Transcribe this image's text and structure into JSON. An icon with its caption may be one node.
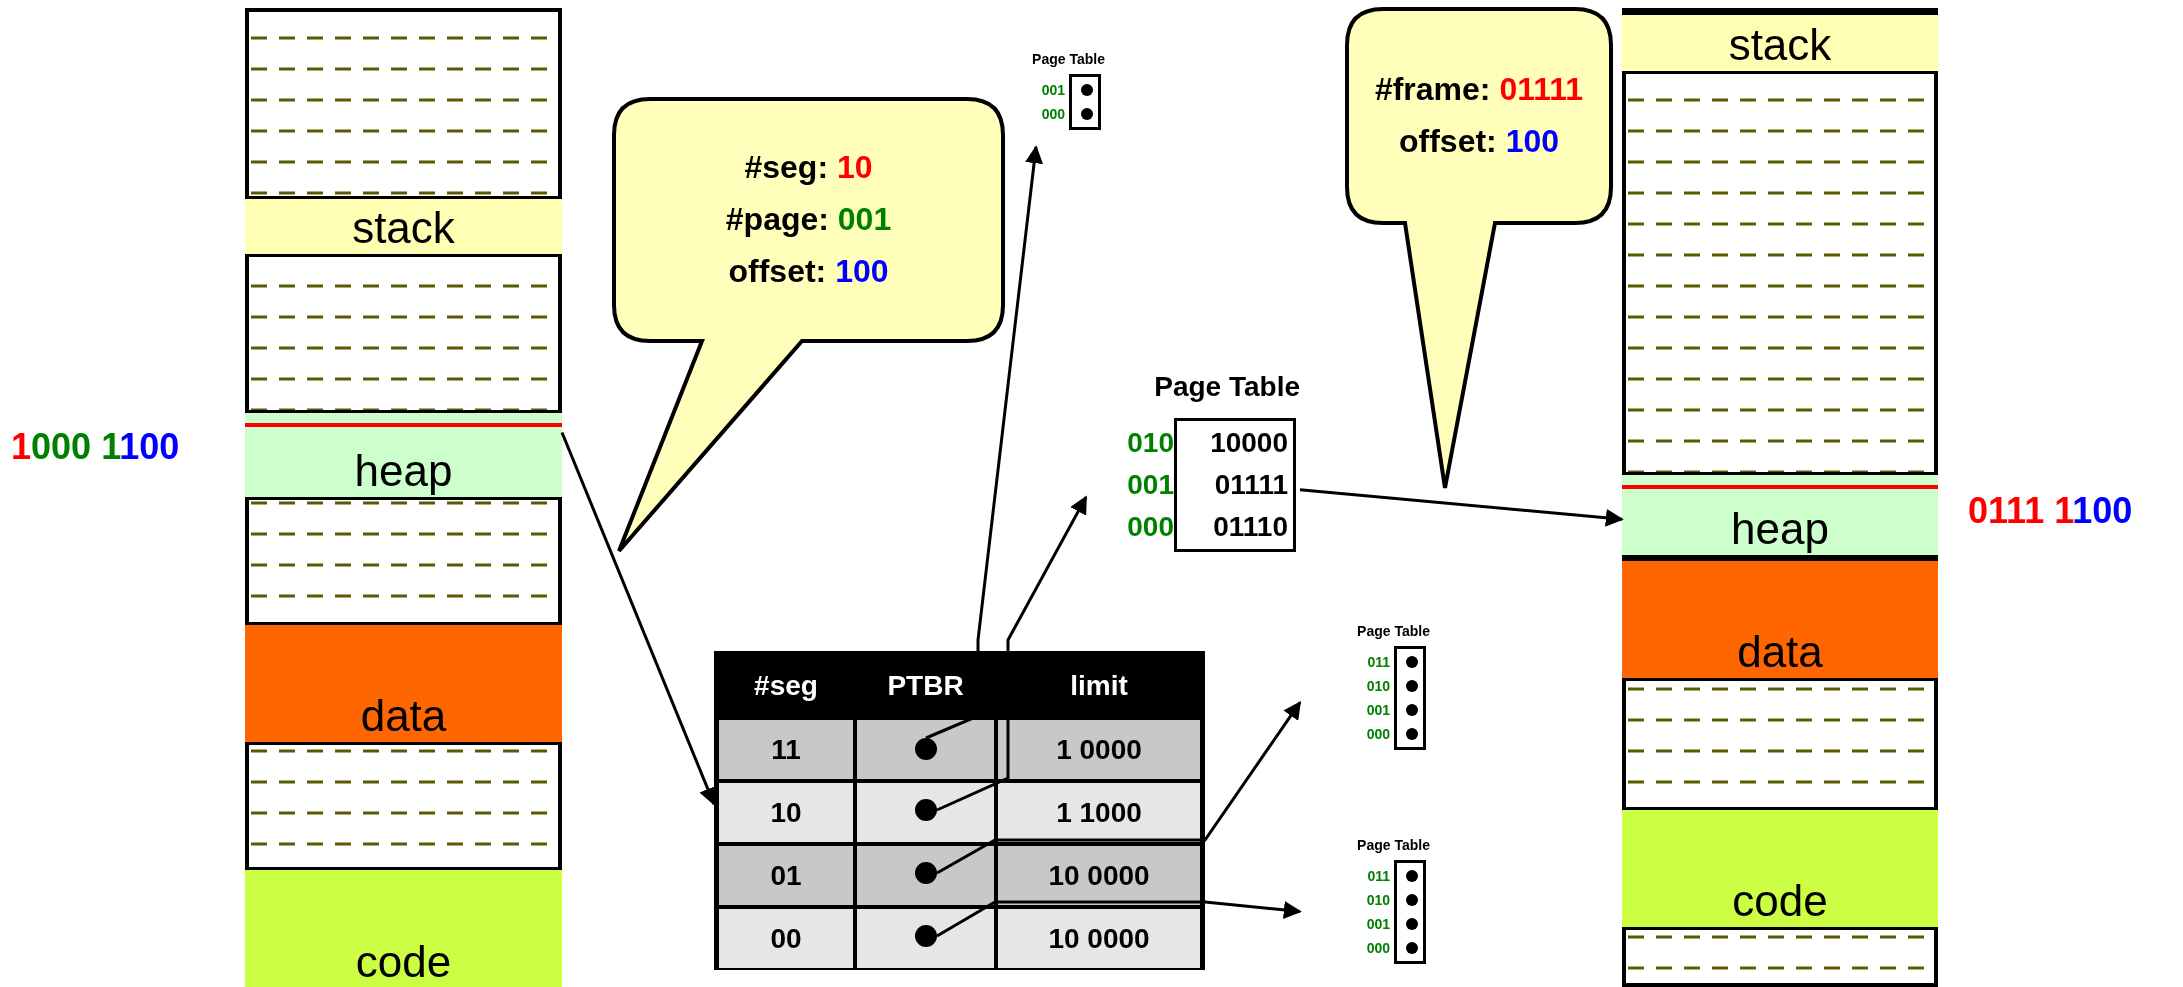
{
  "diagram": {
    "nodes": [
      {
        "text": [],
        "shape": "box"
      },
      {
        "text": [
          "stack"
        ],
        "in": 0
      },
      {
        "text": [
          "heap"
        ],
        "in": 0
      },
      {
        "text": [
          "data"
        ],
        "in": 0
      },
      {
        "text": [
          "code"
        ],
        "in": 0
      },
      {
        "text": [
          "#seg: 10",
          "#page: 001",
          "offset: 100"
        ]
      },
      {
        "text": [
          "Page Table"
        ],
        "beside": [
          "001",
          "000"
        ]
      },
      {
        "text": [
          "#frame: 01111",
          "offset: 100"
        ]
      },
      {
        "text": [],
        "shape": "box"
      },
      {
        "text": [
          "stack"
        ],
        "in": 8
      },
      {
        "text": [
          "heap"
        ],
        "in": 8
      },
      {
        "text": [
          "data"
        ],
        "in": 8
      },
      {
        "text": [
          "code"
        ],
        "in": 8
      },
      {
        "text": [
          "Page Table",
          "10000",
          "01111",
          "01110"
        ],
        "beside": [
          "010",
          "001",
          "000"
        ]
      },
      {
        "text": [],
        "shape": "box"
      },
      {
        "text": [],
        "shape": "circle",
        "in": 14
      },
      {
        "text": [],
        "shape": "circle",
        "in": 14
      },
      {
        "text": [],
        "shape": "circle",
        "in": 14
      },
      {
        "text": [],
        "shape": "circle",
        "in": 14
      },
      {
        "text": [
          "Page Table"
        ],
        "beside": [
          "011",
          "010",
          "001",
          "000"
        ]
      },
      {
        "text": [
          "Page Table"
        ],
        "beside": [
          "011",
          "010",
          "001",
          "000"
        ]
      }
    ],
    "edges": [
      {
        "from": 2,
        "to": 14,
        "arrow": "to"
      },
      {
        "from": 15,
        "to": 6,
        "arrow": "to"
      },
      {
        "from": 16,
        "to": 13,
        "arrow": "to"
      },
      {
        "from": 17,
        "to": 19,
        "arrow": "to"
      },
      {
        "from": 18,
        "to": 20,
        "arrow": "to"
      },
      {
        "from": 13,
        "to": 10,
        "arrow": "to"
      }
    ],
    "labels": [
      "1000 1100",
      "0111 1100",
      "#seg",
      "PTBR",
      "limit",
      "11",
      "1 0000",
      "10",
      "1 1000",
      "01",
      "10 0000",
      "00",
      "10 0000"
    ]
  }
}
